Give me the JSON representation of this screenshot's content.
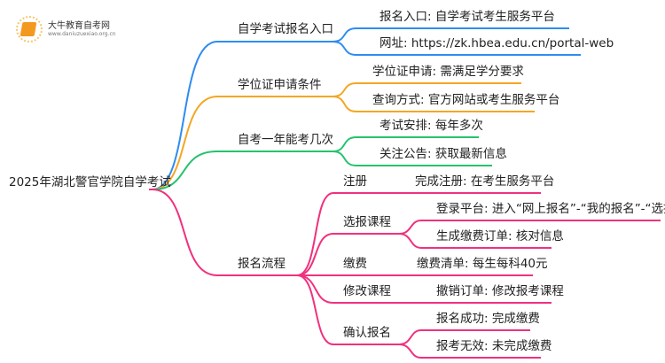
{
  "logo": {
    "title": "大牛教育自考网",
    "url": "www.daniuzuexiao.org.cn"
  },
  "root": "2025年湖北警官学院自学考试",
  "colors": {
    "blue": "#2e8cf0",
    "orange": "#f5a623",
    "green": "#25c26e",
    "pink": "#f0317e"
  },
  "branches": [
    {
      "label": "自学考试报名入口",
      "children": [
        "报名入口: 自学考试考生服务平台",
        "网址: https://zk.hbea.edu.cn/portal-web"
      ]
    },
    {
      "label": "学位证申请条件",
      "children": [
        "学位证申请: 需满足学分要求",
        "查询方式: 官方网站或考生服务平台"
      ]
    },
    {
      "label": "自考一年能考几次",
      "children": [
        "考试安排: 每年多次",
        "关注公告: 获取最新信息"
      ]
    },
    {
      "label": "报名流程",
      "children": [
        {
          "label": "注册",
          "children": [
            "完成注册: 在考生服务平台"
          ]
        },
        {
          "label": "选报课程",
          "children": [
            "登录平台: 进入“网上报名”-“我的报名”-“选择课",
            "生成缴费订单: 核对信息"
          ]
        },
        {
          "label": "缴费",
          "children": [
            "缴费清单: 每生每科40元"
          ]
        },
        {
          "label": "修改课程",
          "children": [
            "撤销订单: 修改报考课程"
          ]
        },
        {
          "label": "确认报名",
          "children": [
            "报名成功: 完成缴费",
            "报考无效: 未完成缴费"
          ]
        }
      ]
    }
  ]
}
